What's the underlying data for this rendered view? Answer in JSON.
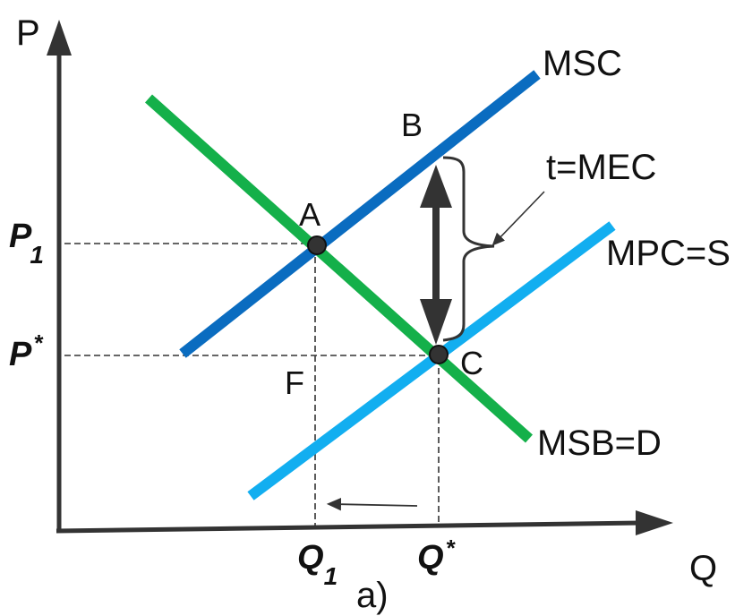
{
  "axes": {
    "y_label": "P",
    "x_label": "Q"
  },
  "curves": {
    "msc": "MSC",
    "mpc": "MPC=S",
    "msb": "MSB=D"
  },
  "annotations": {
    "tax": "t=MEC",
    "caption": "a)"
  },
  "points": {
    "a": "A",
    "b": "B",
    "c": "C",
    "f": "F"
  },
  "ticks": {
    "p1_main": "P",
    "p1_sub": "1",
    "pstar_main": "P",
    "pstar_sup": "*",
    "q1_main": "Q",
    "q1_sub": "1",
    "qstar_main": "Q",
    "qstar_sup": "*"
  },
  "colors": {
    "msc": "#0a6cc0",
    "mpc": "#12aef0",
    "msb": "#14b04a",
    "axis": "#333333"
  }
}
